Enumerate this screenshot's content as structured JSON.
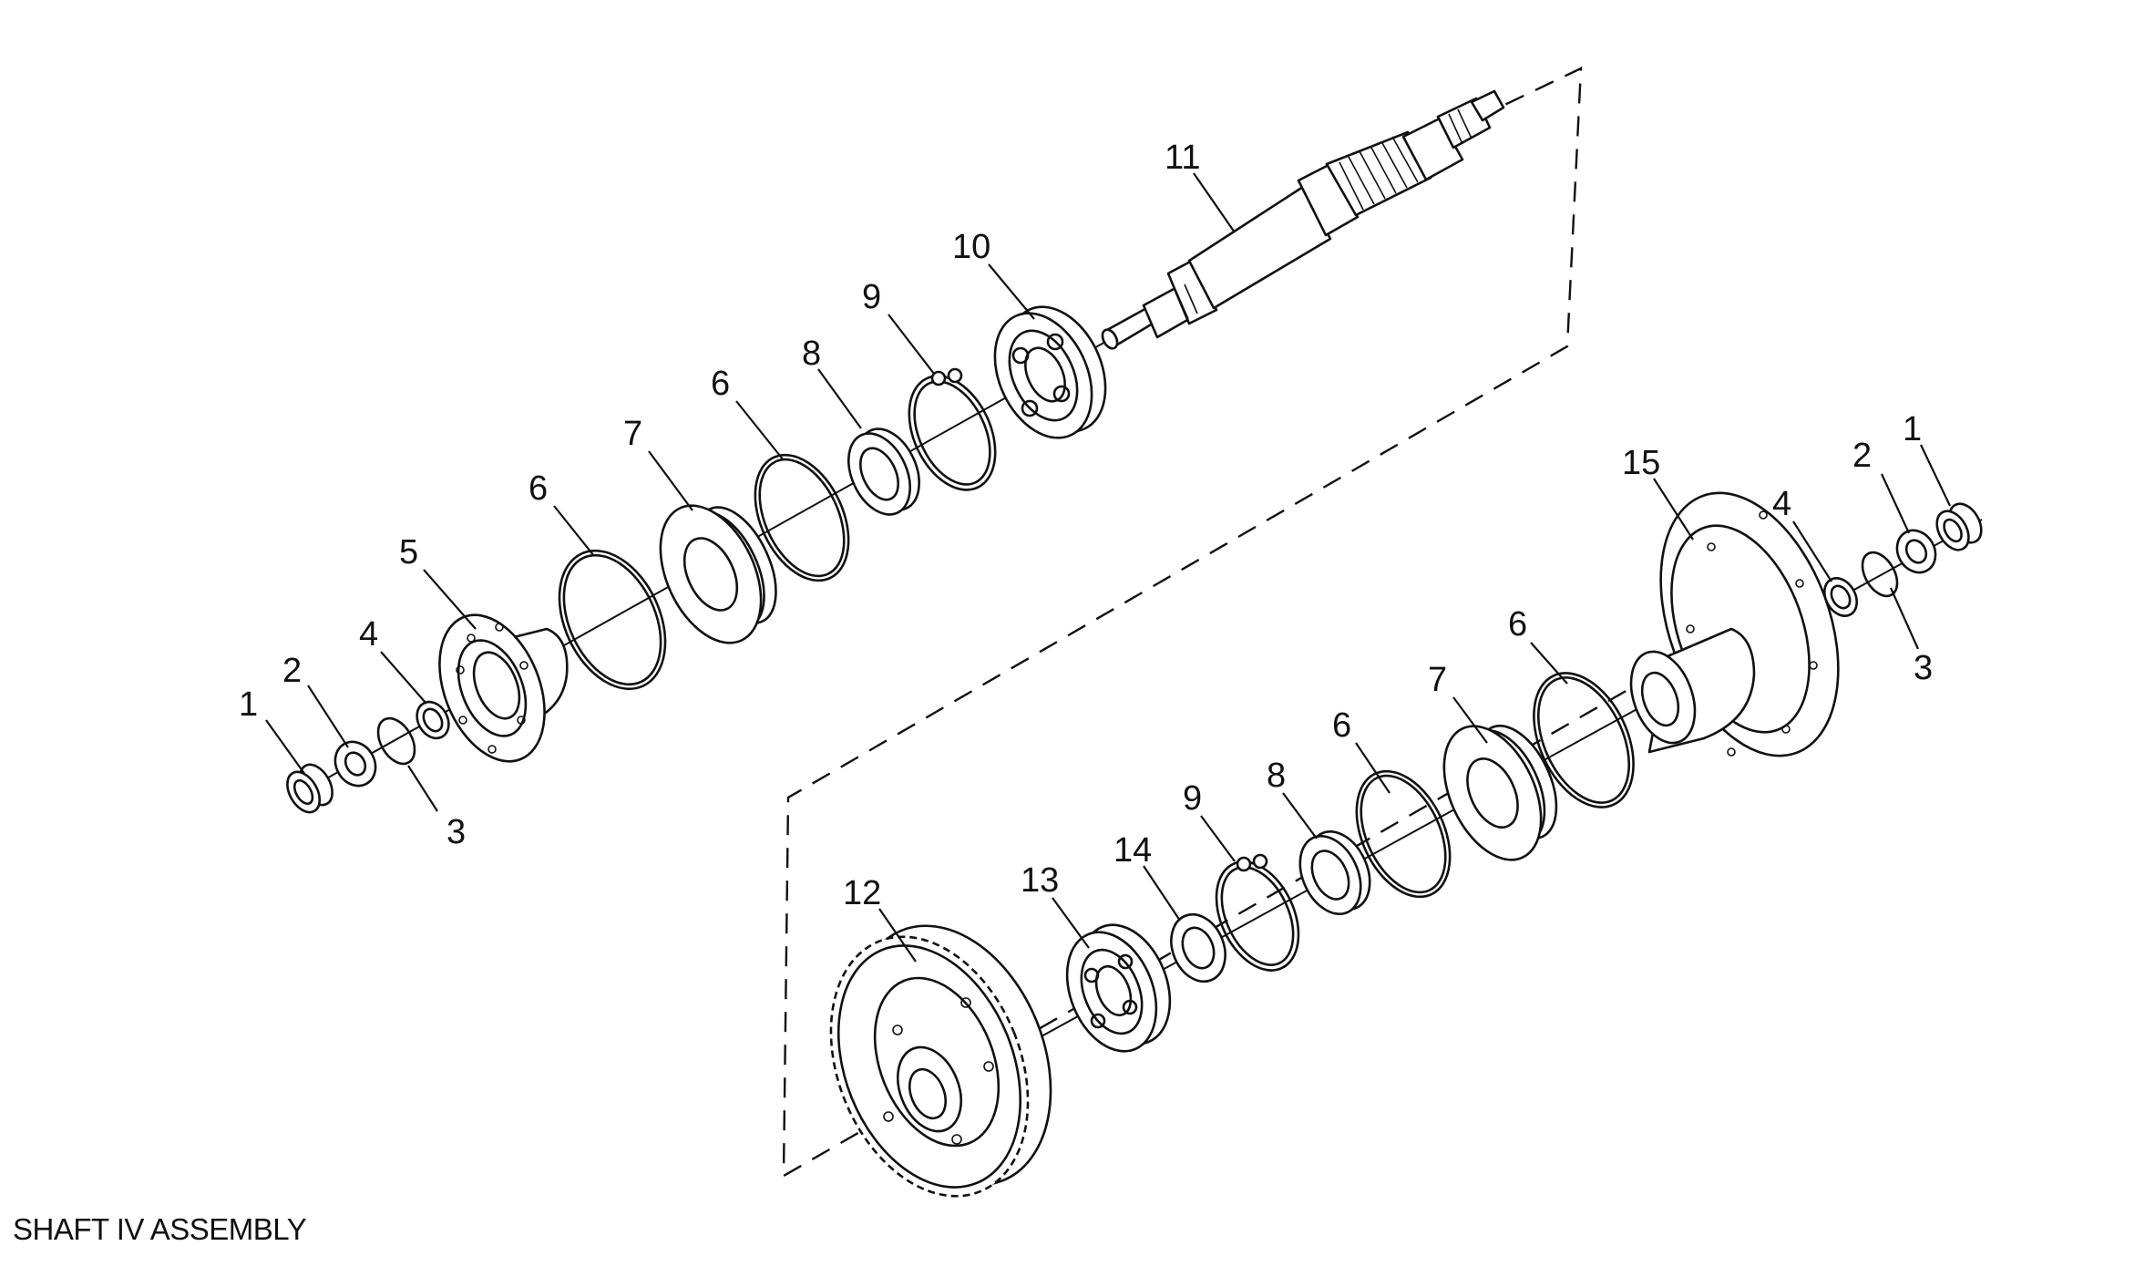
{
  "caption": "SHAFT IV ASSEMBLY",
  "callouts": {
    "upper": {
      "c1": "1",
      "c2": "2",
      "c3": "3",
      "c4": "4",
      "c5": "5",
      "c6a": "6",
      "c7": "7",
      "c6b": "6",
      "c8": "8",
      "c9": "9",
      "c10": "10",
      "c11": "11"
    },
    "lower": {
      "c12": "12",
      "c13": "13",
      "c14": "14",
      "c9": "9",
      "c8": "8",
      "c6a": "6",
      "c7": "7",
      "c6b": "6",
      "c15": "15",
      "c4": "4",
      "c3": "3",
      "c2": "2",
      "c1": "1"
    }
  },
  "colors": {
    "line": "#111111",
    "background": "#ffffff"
  }
}
